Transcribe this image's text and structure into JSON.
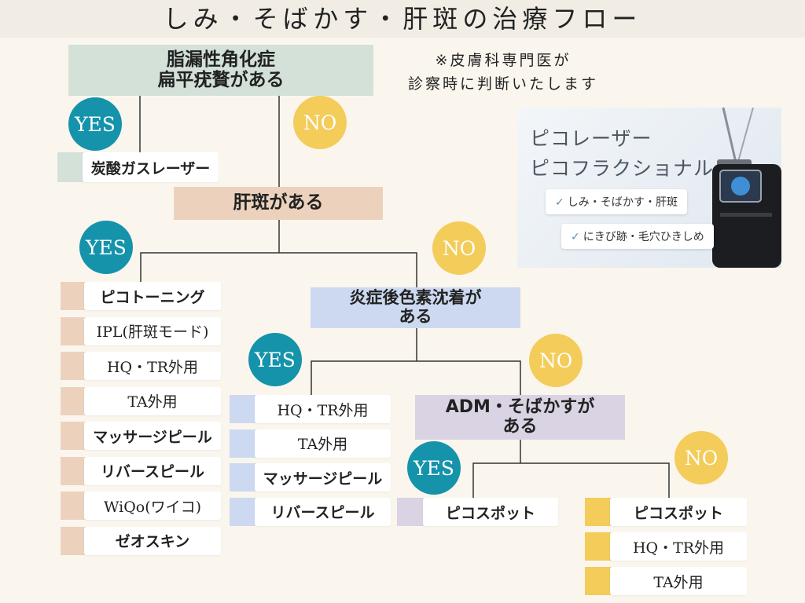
{
  "title": "しみ・そばかす・肝斑の治療フロー",
  "note": [
    "※皮膚科専門医が",
    "診察時に判断いたします"
  ],
  "nodes": {
    "q1": [
      "脂漏性角化症",
      "扁平疣贅がある"
    ],
    "q2": "肝斑がある",
    "q3": [
      "炎症後色素沈着が",
      "ある"
    ],
    "q4": [
      "ADM・そばかすが",
      "ある"
    ]
  },
  "labels": {
    "yes": "YES",
    "no": "NO"
  },
  "lists": {
    "q1_yes": [
      "炭酸ガスレーザー"
    ],
    "q2_yes": [
      "ピコトーニング",
      "IPL(肝斑モード)",
      "HQ・TR外用",
      "TA外用",
      "マッサージピール",
      "リバースピール",
      "WiQo(ワイコ)",
      "ゼオスキン"
    ],
    "q3_yes": [
      "HQ・TR外用",
      "TA外用",
      "マッサージピール",
      "リバースピール"
    ],
    "q4_yes": [
      "ピコスポット"
    ],
    "q4_no": [
      "ピコスポット",
      "HQ・TR外用",
      "TA外用"
    ]
  },
  "promo": {
    "title1": "ピコレーザー",
    "title2": "ピコフラクショナル",
    "check": "✓",
    "feature1": "しみ・そばかす・肝斑",
    "feature2": "にきび跡・毛穴ひきしめ"
  },
  "colors": {
    "yes_circle": "#1593ab",
    "no_circle": "#f3cc5a",
    "q1_fill": "#d3e1d8",
    "q2_fill": "#ecd2bd",
    "q3_fill": "#cdd9f0",
    "q4_fill": "#d9d3e3",
    "q4_no_tab": "#f3cc5a",
    "line": "#333333"
  }
}
